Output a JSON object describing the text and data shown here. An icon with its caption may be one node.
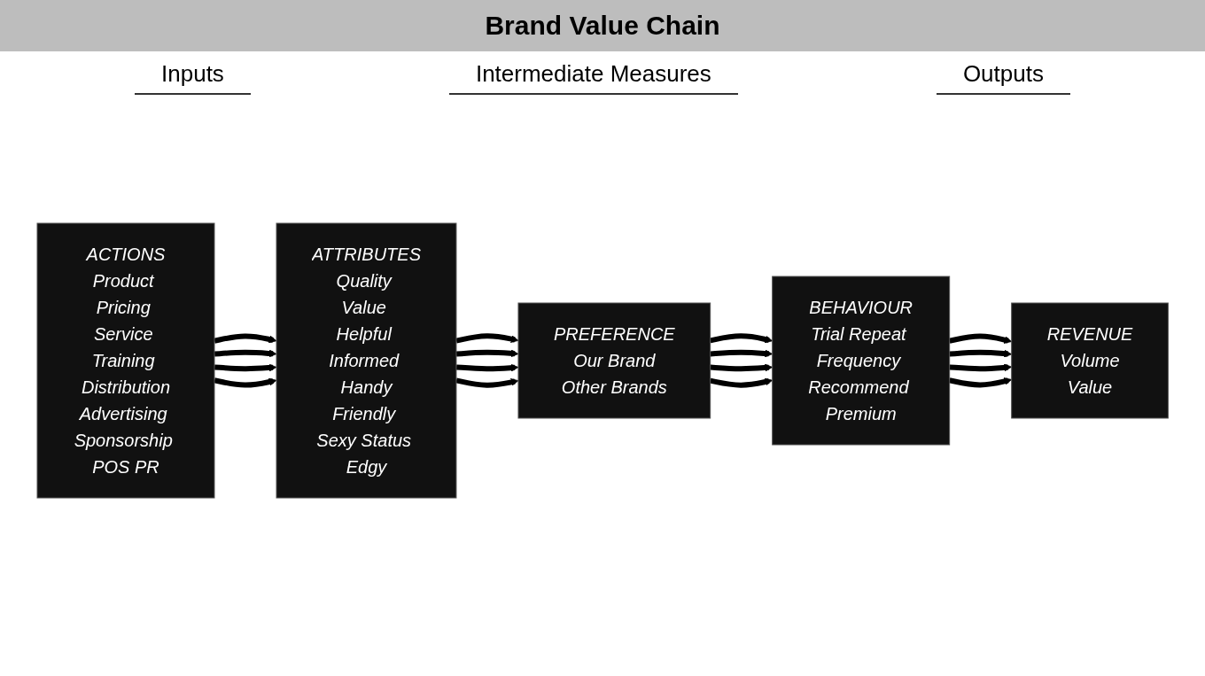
{
  "diagram": {
    "title": "Brand Value Chain",
    "nodes": [
      {
        "text": [
          "ACTIONS",
          "Product Pricing Service Training Distribution",
          "Advertising Sponsorship POS PR"
        ]
      },
      {
        "text": [
          "ATTRIBUTES",
          "Quality Value Helpful Informed Handy",
          "Friendly Sexy Status Edgy"
        ]
      },
      {
        "text": [
          "PREFERENCE",
          "Our Brand",
          "Other Brands"
        ]
      },
      {
        "text": [
          "BEHAVIOUR",
          "Trial Repeat Frequency Recommend Premium"
        ]
      },
      {
        "text": [
          "REVENUE",
          "Volume",
          "Value"
        ]
      }
    ],
    "edges": [
      {
        "from": 0,
        "to": 1,
        "arrow": "to"
      },
      {
        "from": 0,
        "to": 1,
        "arrow": "to"
      },
      {
        "from": 0,
        "to": 1,
        "arrow": "to"
      },
      {
        "from": 0,
        "to": 1,
        "arrow": "to"
      },
      {
        "from": 1,
        "to": 2,
        "arrow": "to"
      },
      {
        "from": 1,
        "to": 2,
        "arrow": "to"
      },
      {
        "from": 1,
        "to": 2,
        "arrow": "to"
      },
      {
        "from": 1,
        "to": 2,
        "arrow": "to"
      },
      {
        "from": 2,
        "to": 3,
        "arrow": "to"
      },
      {
        "from": 2,
        "to": 3,
        "arrow": "to"
      },
      {
        "from": 2,
        "to": 3,
        "arrow": "to"
      },
      {
        "from": 2,
        "to": 3,
        "arrow": "to"
      },
      {
        "from": 3,
        "to": 4,
        "arrow": "to"
      },
      {
        "from": 3,
        "to": 4,
        "arrow": "to"
      },
      {
        "from": 3,
        "to": 4,
        "arrow": "to"
      },
      {
        "from": 3,
        "to": 4,
        "arrow": "to"
      }
    ],
    "labels": [
      "Inputs",
      "Intermediate Measures",
      "Outputs"
    ]
  }
}
